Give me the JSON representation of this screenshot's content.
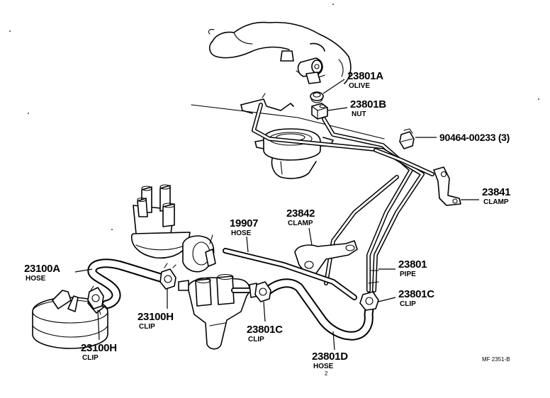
{
  "labels": {
    "olive": {
      "number": "23801A",
      "name": "OLIVE"
    },
    "nut": {
      "number": "23801B",
      "name": "NUT"
    },
    "part_90464": {
      "number": "90464-00233 (3)"
    },
    "clamp_23841": {
      "number": "23841",
      "name": "CLAMP"
    },
    "hose_19907": {
      "number": "19907",
      "name": "HOSE"
    },
    "clamp_23842": {
      "number": "23842",
      "name": "CLAMP"
    },
    "pipe": {
      "number": "23801",
      "name": "PIPE"
    },
    "hose_23100a": {
      "number": "23100A",
      "name": "HOSE"
    },
    "clip_23801c_right": {
      "number": "23801C",
      "name": "CLIP"
    },
    "clip_23100h_mid": {
      "number": "23100H",
      "name": "CLIP"
    },
    "clip_23100h_left": {
      "number": "23100H",
      "name": "CLIP"
    },
    "clip_23801c_mid": {
      "number": "23801C",
      "name": "CLIP"
    },
    "hose_23801d": {
      "number": "23801D",
      "name": "HOSE",
      "note": "2"
    }
  },
  "drawing_code": "MF 2351-B"
}
